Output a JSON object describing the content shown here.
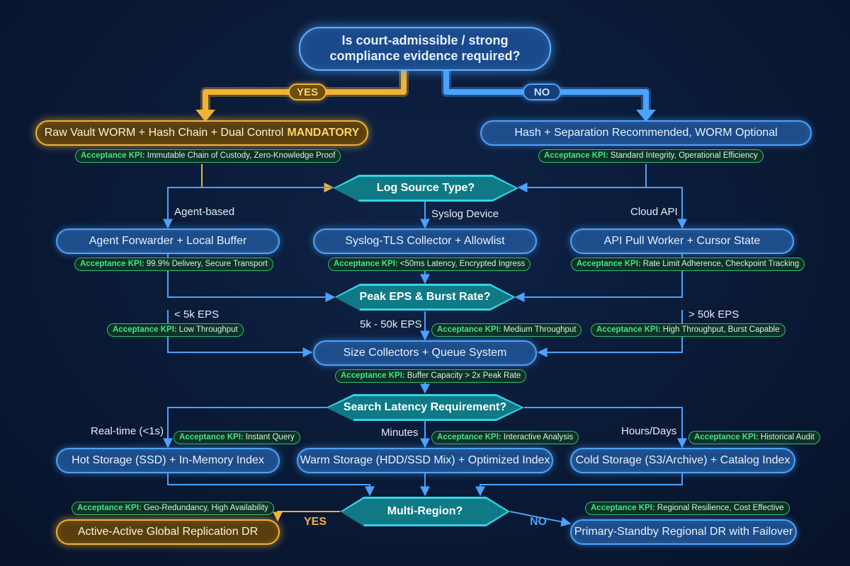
{
  "root": {
    "line1": "Is court-admissible / strong",
    "line2": "compliance evidence required?"
  },
  "branch": {
    "yes": "YES",
    "no": "NO"
  },
  "yes_box": {
    "text": "Raw Vault WORM + Hash Chain + Dual Control",
    "emphasis": "MANDATORY"
  },
  "no_box": {
    "text": "Hash + Separation Recommended, WORM Optional"
  },
  "kpi_prefix": "Acceptance KPI:",
  "kpis": {
    "vault": "Immutable Chain of Custody, Zero-Knowledge Proof",
    "separation": "Standard Integrity, Operational Efficiency",
    "agent": "99.9% Delivery, Secure Transport",
    "syslog": "<50ms Latency, Encrypted Ingress",
    "api": "Rate Limit Adherence, Checkpoint Tracking",
    "low": "Low Throughput",
    "medium": "Medium Throughput",
    "high": "High Throughput, Burst Capable",
    "buffer": "Buffer Capacity > 2x Peak Rate",
    "instant": "Instant Query",
    "interactive": "Interactive Analysis",
    "historical": "Historical Audit",
    "geo": "Geo-Redundancy, High Availability",
    "regional": "Regional Resilience, Cost Effective"
  },
  "log_source": {
    "question": "Log Source Type?",
    "labels": {
      "agent": "Agent-based",
      "syslog": "Syslog Device",
      "cloud": "Cloud API"
    },
    "agent": "Agent Forwarder + Local Buffer",
    "syslog": "Syslog-TLS Collector + Allowlist",
    "api": "API Pull Worker + Cursor State"
  },
  "eps": {
    "question": "Peak EPS & Burst Rate?",
    "labels": {
      "low": "< 5k EPS",
      "mid": "5k - 50k EPS",
      "high": "> 50k EPS"
    },
    "size": "Size Collectors + Queue System"
  },
  "latency": {
    "question": "Search Latency Requirement?",
    "labels": {
      "realtime": "Real-time (<1s)",
      "minutes": "Minutes",
      "hours": "Hours/Days"
    },
    "hot": "Hot Storage (SSD) + In-Memory Index",
    "warm": "Warm Storage (HDD/SSD Mix) + Optimized Index",
    "cold": "Cold Storage (S3/Archive) + Catalog Index"
  },
  "region": {
    "question": "Multi-Region?",
    "yes": "YES",
    "no": "NO",
    "active": "Active-Active Global Replication DR",
    "standby": "Primary-Standby Regional DR with Failover"
  },
  "colors": {
    "blue": "#4aa3ff",
    "gold": "#f2b233",
    "teal": "#35d3e6",
    "green": "#47e08e"
  }
}
